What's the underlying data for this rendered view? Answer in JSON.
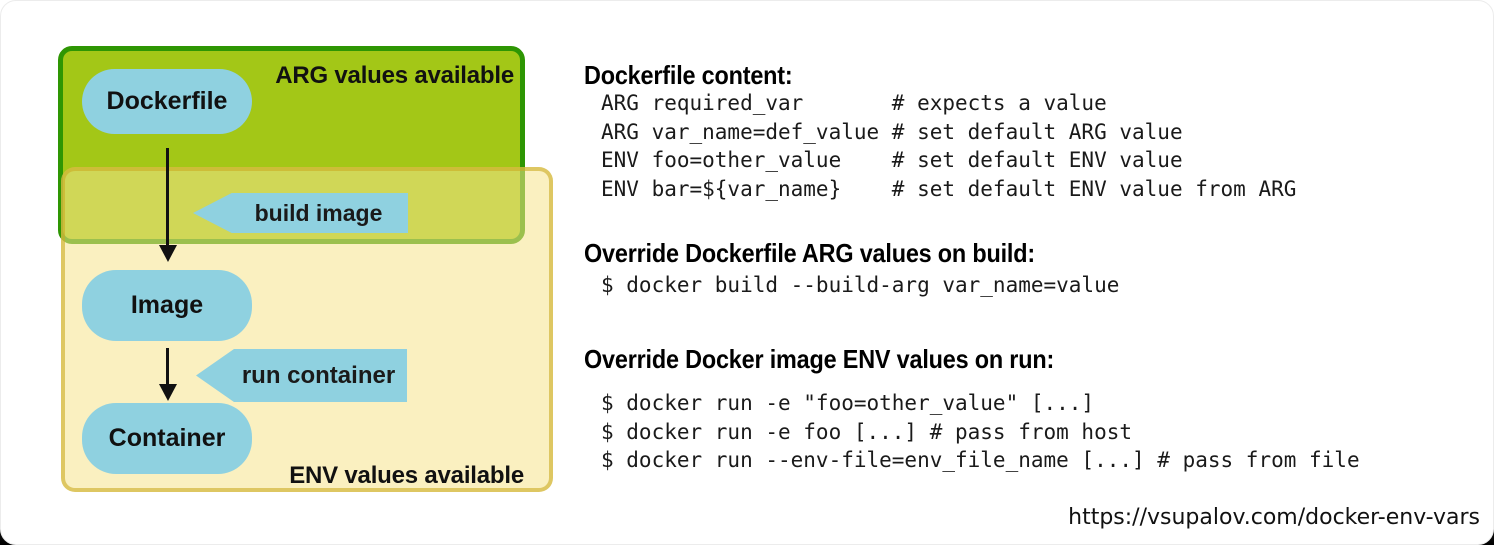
{
  "diagram": {
    "zones": [
      {
        "id": "arg",
        "label": "ARG values available"
      },
      {
        "id": "env",
        "label": "ENV values available"
      }
    ],
    "nodes": [
      {
        "label": "Dockerfile"
      },
      {
        "label": "Image"
      },
      {
        "label": "Container"
      }
    ],
    "edges": [
      {
        "label": "build image"
      },
      {
        "label": "run container"
      }
    ]
  },
  "sections": [
    {
      "heading": "Dockerfile content:",
      "code": [
        "ARG required_var       # expects a value",
        "ARG var_name=def_value # set default ARG value",
        "ENV foo=other_value    # set default ENV value",
        "ENV bar=${var_name}    # set default ENV value from ARG"
      ]
    },
    {
      "heading": "Override Dockerfile ARG values on build:",
      "code": [
        "$ docker build --build-arg var_name=value"
      ]
    },
    {
      "heading": "Override Docker image ENV values on run:",
      "code": [
        "$ docker run -e \"foo=other_value\" [...]",
        "$ docker run -e foo [...] # pass from host",
        "$ docker run --env-file=env_file_name [...] # pass from file"
      ]
    }
  ],
  "footer": {
    "url": "https://vsupalov.com/docker-env-vars"
  },
  "colors": {
    "arg_zone_fill": "#a3c717",
    "arg_zone_border": "#2e9603",
    "env_zone_fill": "#f6e48c",
    "env_zone_border": "#ccac24",
    "node_fill": "#8fd1e0",
    "text": "#111111"
  }
}
